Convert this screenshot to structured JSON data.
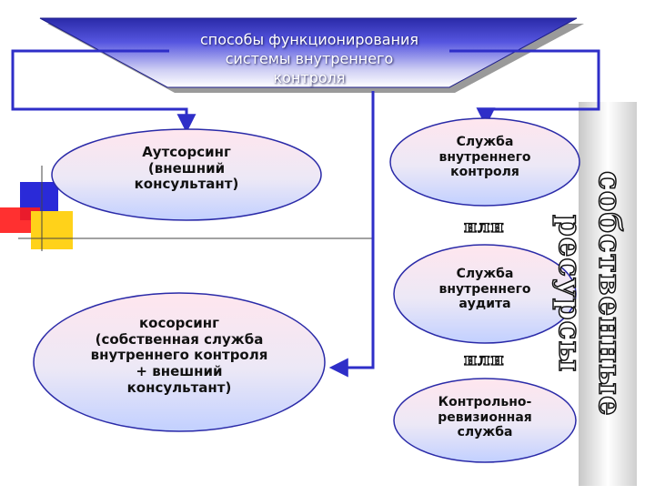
{
  "title": {
    "line1": "способы функционирования",
    "line2": "системы внутреннего",
    "line3": "контроля"
  },
  "nodes": {
    "outsourcing": [
      "Аутсорсинг",
      "(внешний",
      "консультант)"
    ],
    "cosourcing": [
      "косорсинг",
      "(собственная служба",
      "внутреннего контроля",
      "+ внешний",
      "консультант)"
    ],
    "internal_control": [
      "Служба",
      "внутреннего",
      "контроля"
    ],
    "internal_audit": [
      "Служба",
      "внутреннего",
      "аудита"
    ],
    "revision": [
      "Контрольно-",
      "ревизионная",
      "служба"
    ]
  },
  "connectors": {
    "or_1": "или",
    "or_2": "или"
  },
  "side_label": "собственные ресурсы",
  "colors": {
    "title_bg": "#4a4ad0",
    "frame": "#2e2ec8",
    "ellipse_top": "#ffe2ec",
    "ellipse_bottom": "#c8d6ff",
    "accent_yellow": "#ffd21a",
    "accent_blue": "#2a2ad8",
    "accent_red": "#ff1a1a"
  }
}
